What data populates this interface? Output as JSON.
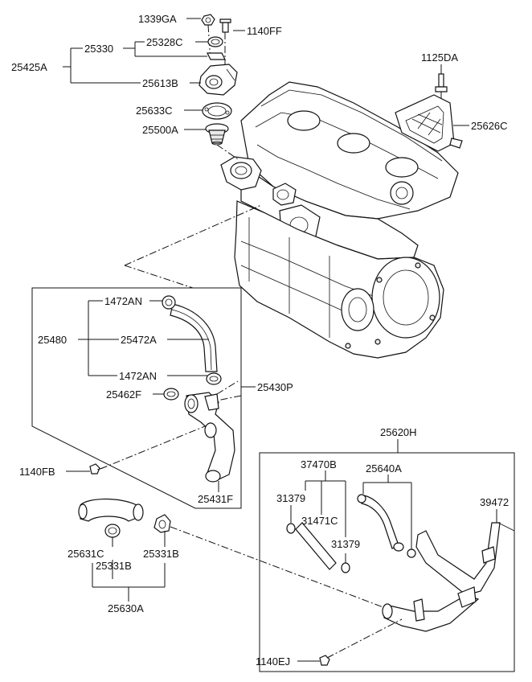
{
  "labels": {
    "p1339GA": "1339GA",
    "p1140FF": "1140FF",
    "p25330": "25330",
    "p25328C": "25328C",
    "p25425A": "25425A",
    "p25613B": "25613B",
    "p25633C": "25633C",
    "p25500A": "25500A",
    "p1125DA": "1125DA",
    "p25626C": "25626C",
    "p1472AN_top": "1472AN",
    "p25480": "25480",
    "p25472A": "25472A",
    "p1472AN_bot": "1472AN",
    "p25462F": "25462F",
    "p25430P": "25430P",
    "p1140FB": "1140FB",
    "p25431F": "25431F",
    "p25631C": "25631C",
    "p25331B_right": "25331B",
    "p25331B_bottom": "25331B",
    "p25630A": "25630A",
    "p25620H": "25620H",
    "p37470B": "37470B",
    "p25640A": "25640A",
    "p31379_top": "31379",
    "p31471C": "31471C",
    "p31379_bot": "31379",
    "p39472": "39472",
    "p1140EJ": "1140EJ"
  }
}
